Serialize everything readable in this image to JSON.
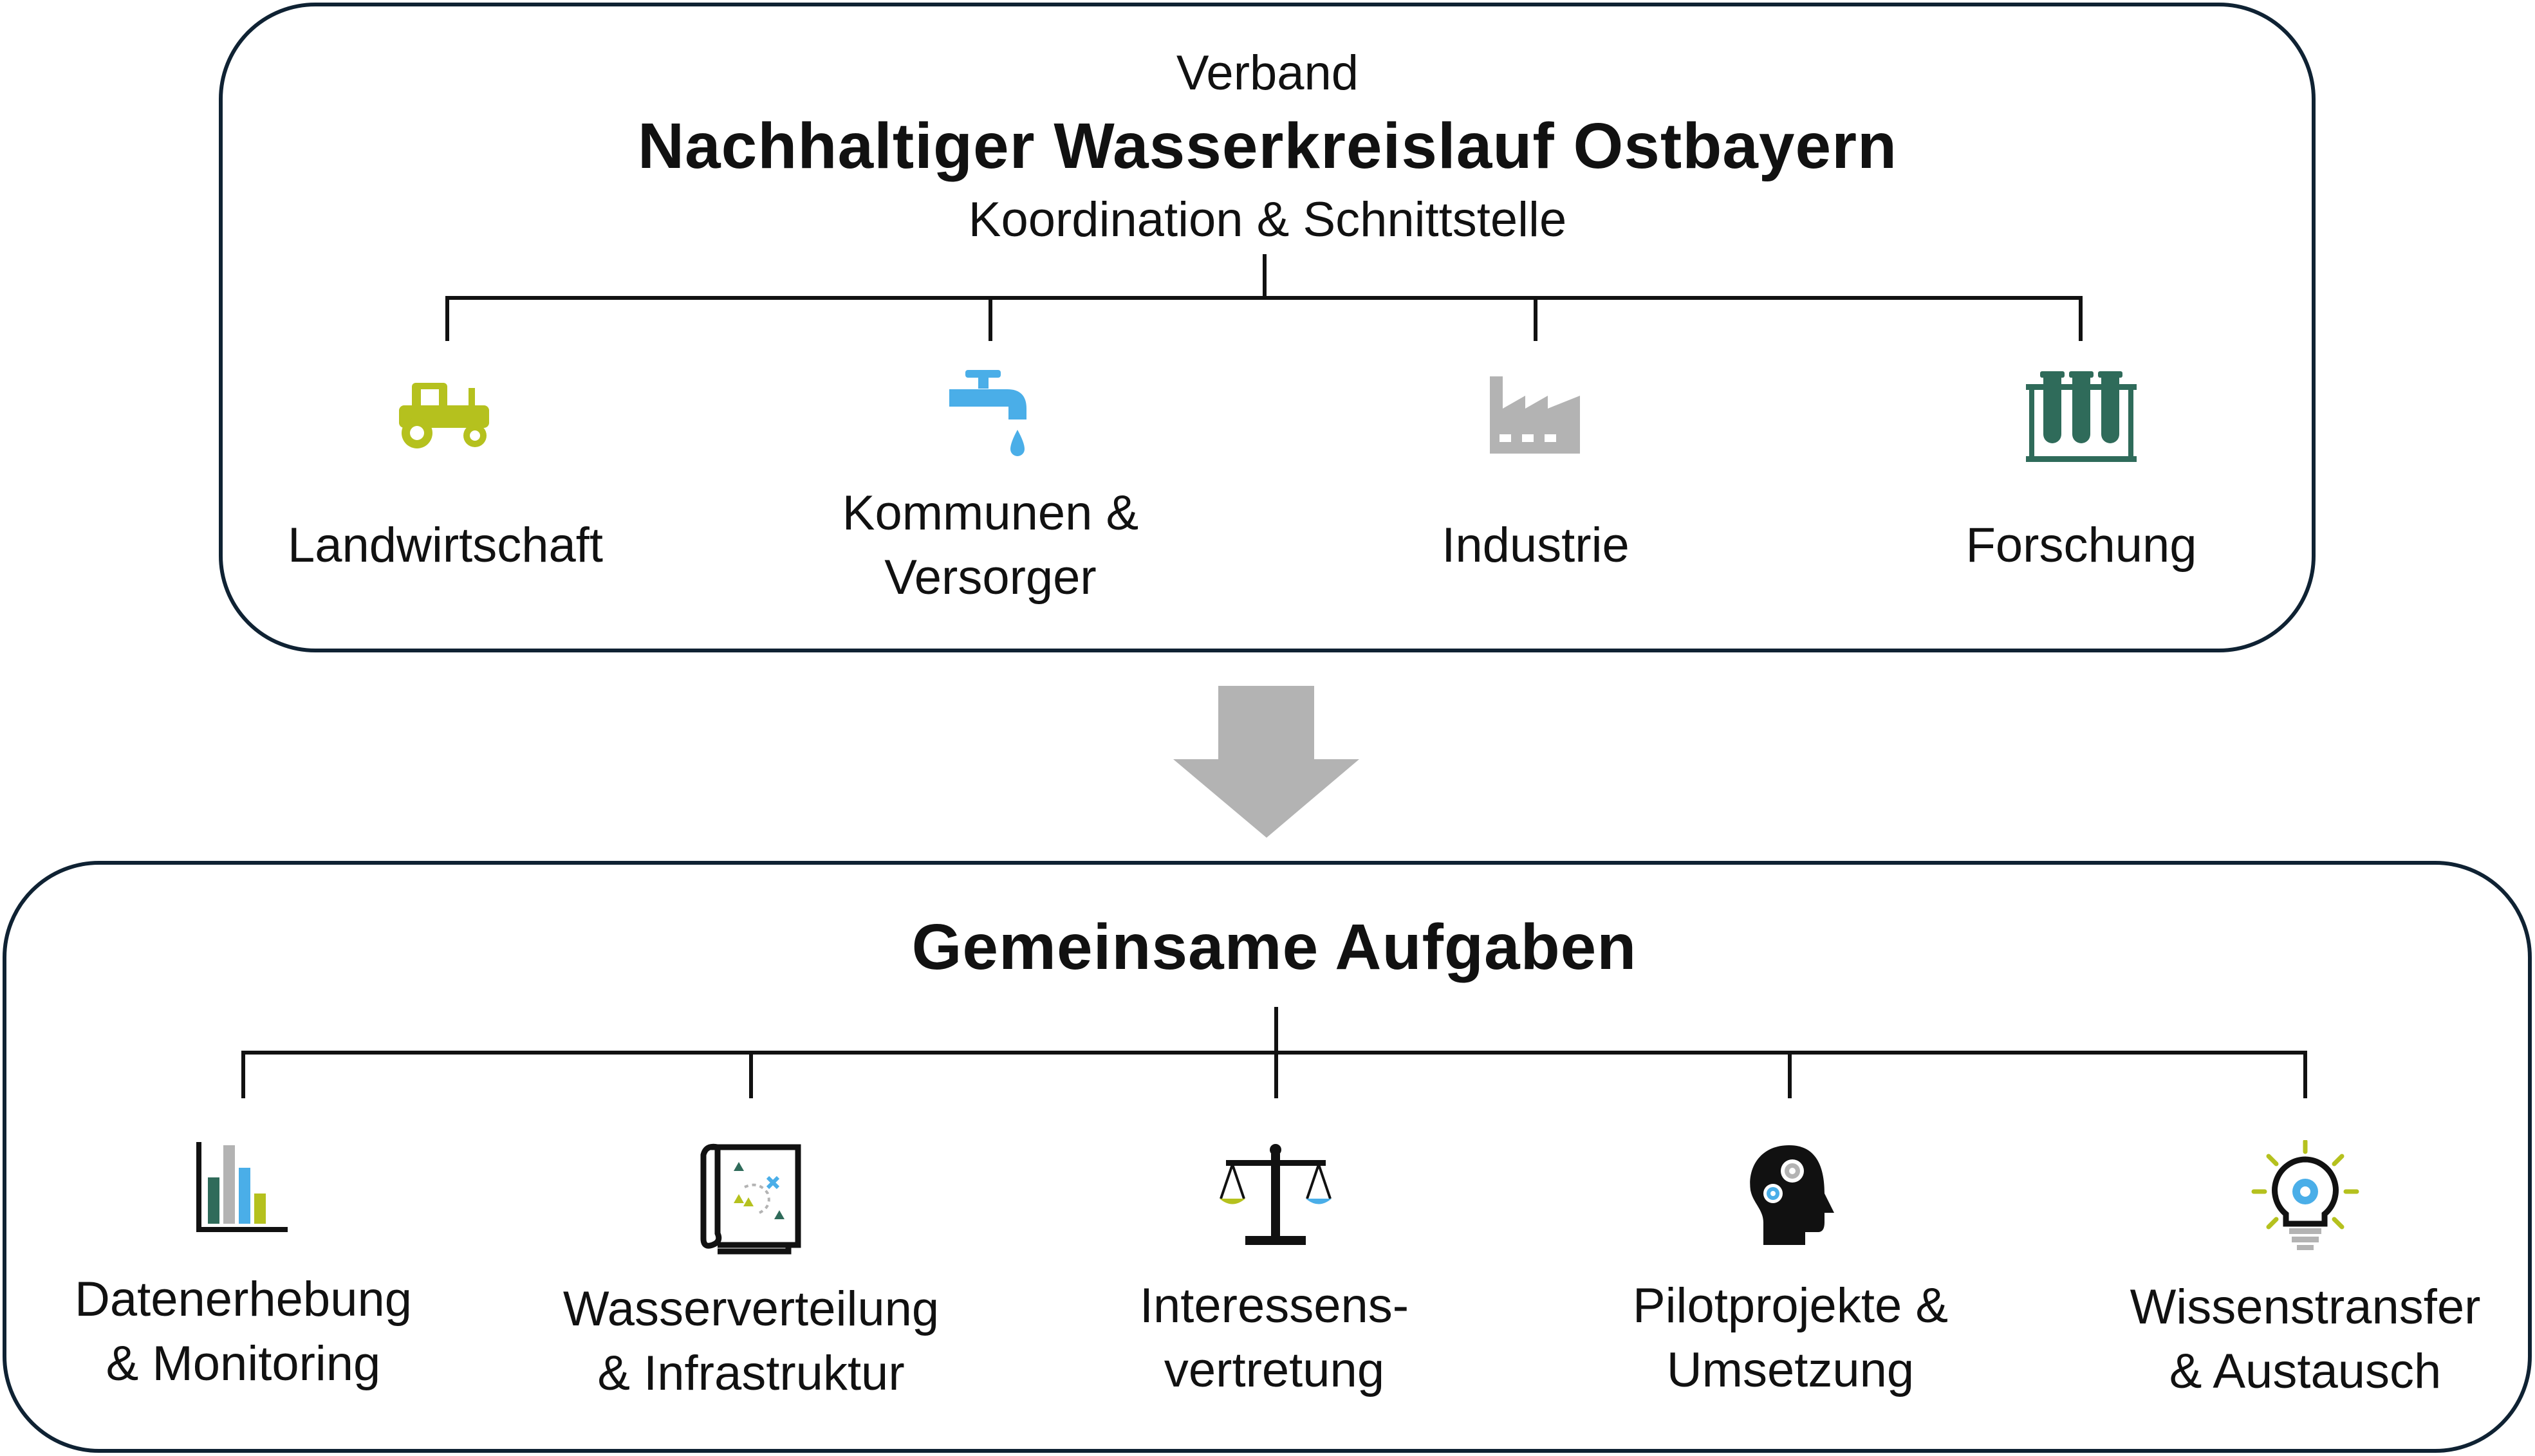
{
  "top": {
    "overline": "Verband",
    "title": "Nachhaltiger Wasserkreislauf Ostbayern",
    "subtitle": "Koordination & Schnittstelle",
    "members": [
      {
        "line1": "Landwirtschaft",
        "line2": "",
        "icon": "tractor-icon",
        "color": "#b5c11e"
      },
      {
        "line1": "Kommunen &",
        "line2": "Versorger",
        "icon": "water-tap-icon",
        "color": "#4aaee8"
      },
      {
        "line1": "Industrie",
        "line2": "",
        "icon": "factory-icon",
        "color": "#b3b3b3"
      },
      {
        "line1": "Forschung",
        "line2": "",
        "icon": "test-tubes-icon",
        "color": "#2f6b5a"
      }
    ]
  },
  "arrow": {
    "icon": "down-arrow-icon",
    "color": "#b3b3b3"
  },
  "bottom": {
    "title": "Gemeinsame Aufgaben",
    "tasks": [
      {
        "line1": "Datenerhebung",
        "line2": "& Monitoring",
        "icon": "bar-chart-icon"
      },
      {
        "line1": "Wasserverteilung",
        "line2": "& Infrastruktur",
        "icon": "map-icon"
      },
      {
        "line1": "Interessens-",
        "line2": "vertretung",
        "icon": "scales-icon"
      },
      {
        "line1": "Pilotprojekte &",
        "line2": "Umsetzung",
        "icon": "head-gears-icon"
      },
      {
        "line1": "Wissenstransfer",
        "line2": "& Austausch",
        "icon": "lightbulb-icon"
      }
    ]
  },
  "colors": {
    "border": "#0f2233",
    "line": "#111111",
    "green": "#b5c11e",
    "blue": "#4aaee8",
    "teal": "#2f6b5a",
    "gray": "#b3b3b3"
  }
}
